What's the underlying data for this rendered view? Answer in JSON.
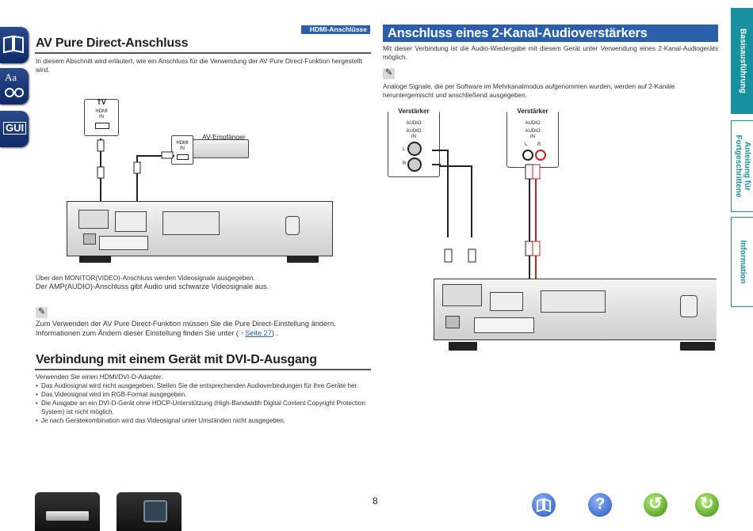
{
  "header": {
    "section_tag": "HDMI-Anschlüsse",
    "page_number": "8"
  },
  "left_nav": [
    {
      "icon": "book-icon"
    },
    {
      "icon": "font-glasses-icon",
      "label": "Aa"
    },
    {
      "icon": "gui-icon",
      "label": "GUI"
    }
  ],
  "right_tabs": [
    {
      "label": "Basisausführung",
      "active": true
    },
    {
      "label": "Anleitung für Fortgeschrittene",
      "active": false
    },
    {
      "label": "Information",
      "active": false
    }
  ],
  "left": {
    "title": "AV Pure Direct-Anschluss",
    "intro": "In diesem Abschnitt wird erläutert, wie ein Anschluss für die Verwendung der AV Pure Direct-Funktion hergestellt wird.",
    "diagram": {
      "tv_label": "TV",
      "tv_port": "HDMI",
      "tv_port2": "IN",
      "receiver_label": "AV-Empfänger",
      "receiver_port": "HDMI",
      "receiver_port2": "IN"
    },
    "caption1": "Über den MONITOR(VIDEO)-Anschluss werden Videosignale ausgegeben.",
    "caption2": "Der AMP(AUDIO)-Anschluss gibt Audio und schwarze Videosignale aus.",
    "note1": "Zum Verwenden der AV Pure Direct-Funktion müssen Sie die Pure Direct-Einstellung ändern.",
    "note2": "Informationen zum Ändern dieser Einstellung finden Sie unter (",
    "note2_link": "Seite 27",
    "note2_end": ") .",
    "title2": "Verbindung mit einem Gerät mit DVI-D-Ausgang",
    "intro2": "Verwenden Sie einen HDMI/DVI-D-Adapter.",
    "bullets": [
      "Das Audiosignal wird nicht ausgegeben. Stellen Sie die entsprechenden Audioverbindungen für Ihre Geräte her.",
      "Das Videosignal wird im RGB-Format ausgegeben.",
      "Die Ausgabe an ein DVI-D-Gerät ohne HDCP-Unterstützung (High-Bandwidth Digital Content Copyright Protection System) ist nicht möglich.",
      "Je nach Gerätekombination wird das Videosignal unter Umständen nicht ausgegeben."
    ]
  },
  "right": {
    "title": "Anschluss eines 2-Kanal-Audioverstärkers",
    "intro": "Mit dieser Verbindung ist die Audio-Wiedergabe mit diesem Gerät unter Verwendung eines 2-Kanal-Audiogeräts möglich.",
    "note": "Analoge Signale, die per Software im Mehrkanalmodus aufgenommen wurden, werden auf 2-Kanäle heruntergemischt und anschließend ausgegeben.",
    "amp1": {
      "label": "Verstärker",
      "audio": "AUDIO",
      "audio2": "AUDIO",
      "in": "IN",
      "l": "L",
      "r": "R"
    },
    "amp2": {
      "label": "Verstärker",
      "audio": "AUDIO",
      "audio2": "AUDIO",
      "in": "IN",
      "l": "L",
      "r": "R"
    }
  },
  "footer": {
    "buttons": [
      "book-icon",
      "help-icon",
      "back-icon",
      "forward-icon"
    ]
  },
  "colors": {
    "title_bar": "#2b5eab",
    "tab_accent": "#17909f",
    "nav_dark": "#0f2a66"
  }
}
